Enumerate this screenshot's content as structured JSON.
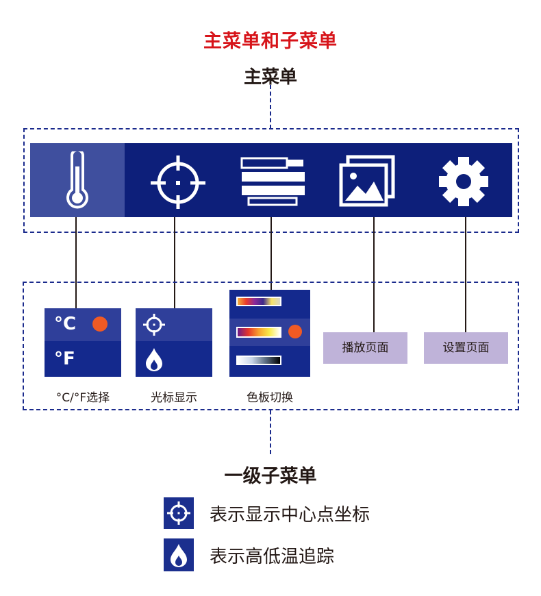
{
  "titles": {
    "heading": "主菜单和子菜单",
    "main_menu": "主菜单",
    "sub_menu": "一级子菜单"
  },
  "main_menu_icons": [
    "thermometer-icon",
    "crosshair-icon",
    "palette-menu-icon",
    "image-gallery-icon",
    "gear-icon"
  ],
  "submenus": {
    "unit": {
      "caption": "°C/°F选择",
      "celsius": "°C",
      "fahrenheit": "°F"
    },
    "cursor": {
      "caption": "光标显示"
    },
    "palette": {
      "caption": "色板切换"
    },
    "playback": {
      "label": "播放页面"
    },
    "settings": {
      "label": "设置页面"
    }
  },
  "legend": {
    "crosshair": "表示显示中心点坐标",
    "flame": "表示高低温追踪"
  },
  "colors": {
    "heading_red": "#d7141a",
    "menu_bg": "#0d1f7a",
    "panel_bg": "#14298d",
    "dashed_border": "#1a2a8c",
    "selected_dot": "#f05a24",
    "page_button_bg": "#bfb3d9"
  }
}
